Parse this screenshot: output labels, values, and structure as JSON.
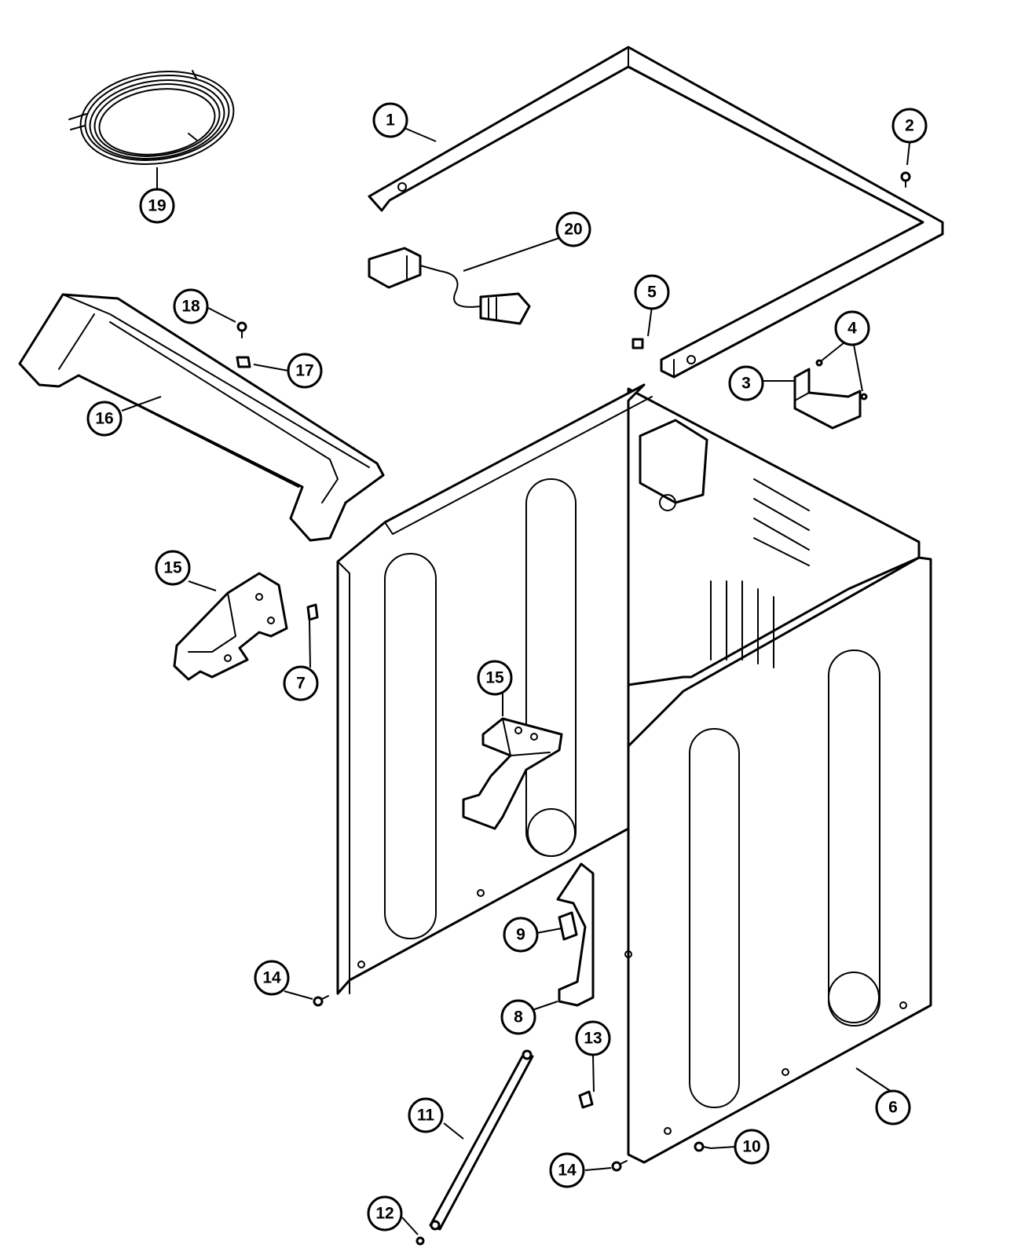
{
  "callouts": {
    "c1": "1",
    "c2": "2",
    "c3": "3",
    "c4": "4",
    "c5": "5",
    "c6": "6",
    "c7": "7",
    "c8": "8",
    "c9": "9",
    "c10": "10",
    "c11": "11",
    "c12": "12",
    "c13": "13",
    "c14a": "14",
    "c14b": "14",
    "c15a": "15",
    "c15b": "15",
    "c16": "16",
    "c17": "17",
    "c18": "18",
    "c19": "19",
    "c20": "20"
  },
  "parts": [
    {
      "callout": "1",
      "name": "top-frame"
    },
    {
      "callout": "2",
      "name": "screw"
    },
    {
      "callout": "3",
      "name": "bracket"
    },
    {
      "callout": "4",
      "name": "screws"
    },
    {
      "callout": "5",
      "name": "clip"
    },
    {
      "callout": "6",
      "name": "cabinet"
    },
    {
      "callout": "7",
      "name": "clip"
    },
    {
      "callout": "8",
      "name": "bracket"
    },
    {
      "callout": "9",
      "name": "block"
    },
    {
      "callout": "10",
      "name": "screw"
    },
    {
      "callout": "11",
      "name": "rod"
    },
    {
      "callout": "12",
      "name": "screw"
    },
    {
      "callout": "13",
      "name": "clip"
    },
    {
      "callout": "14",
      "name": "screw"
    },
    {
      "callout": "15",
      "name": "hinge-bracket"
    },
    {
      "callout": "16",
      "name": "control-panel-end-cap"
    },
    {
      "callout": "17",
      "name": "clip"
    },
    {
      "callout": "18",
      "name": "screw"
    },
    {
      "callout": "19",
      "name": "wire-harness"
    },
    {
      "callout": "20",
      "name": "power-cord"
    }
  ]
}
